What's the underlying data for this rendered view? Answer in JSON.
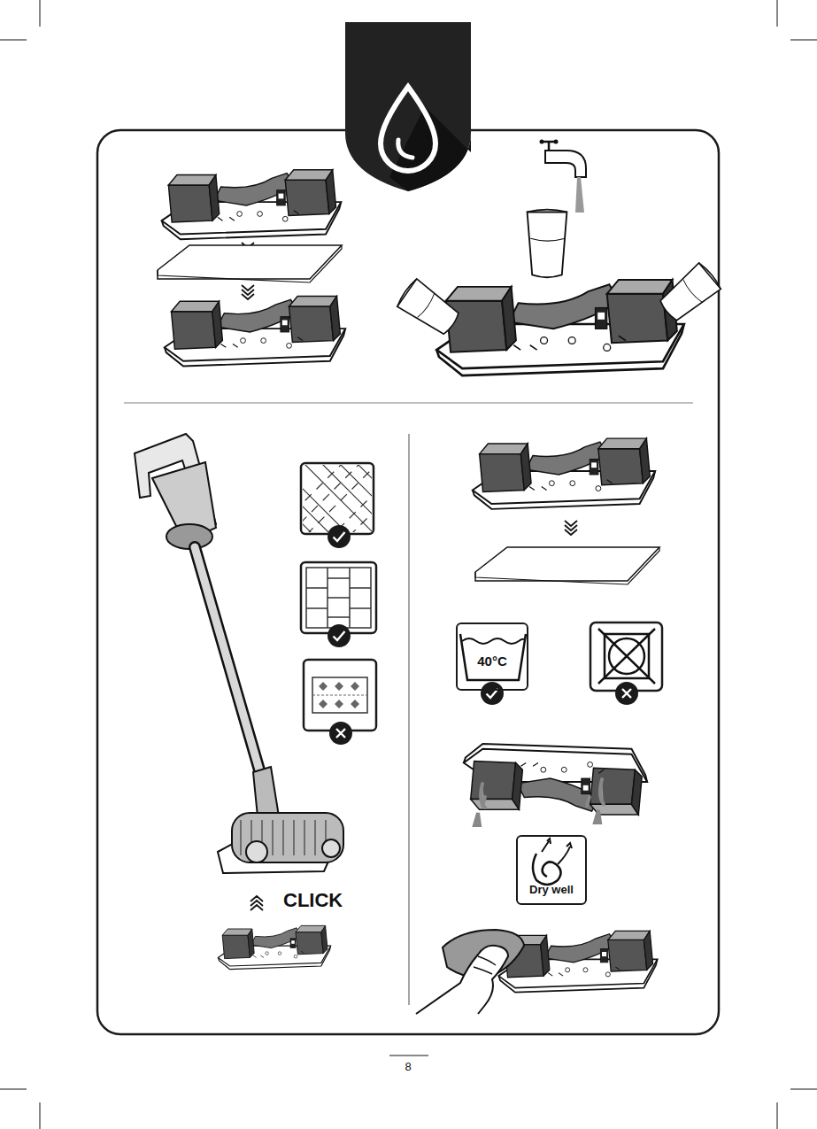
{
  "diagram": {
    "nodes": [
      {
        "text": [
          "40°C"
        ]
      },
      {
        "text": [
          "Dry well"
        ]
      }
    ],
    "labels": [
      "CLICK",
      "8"
    ]
  }
}
